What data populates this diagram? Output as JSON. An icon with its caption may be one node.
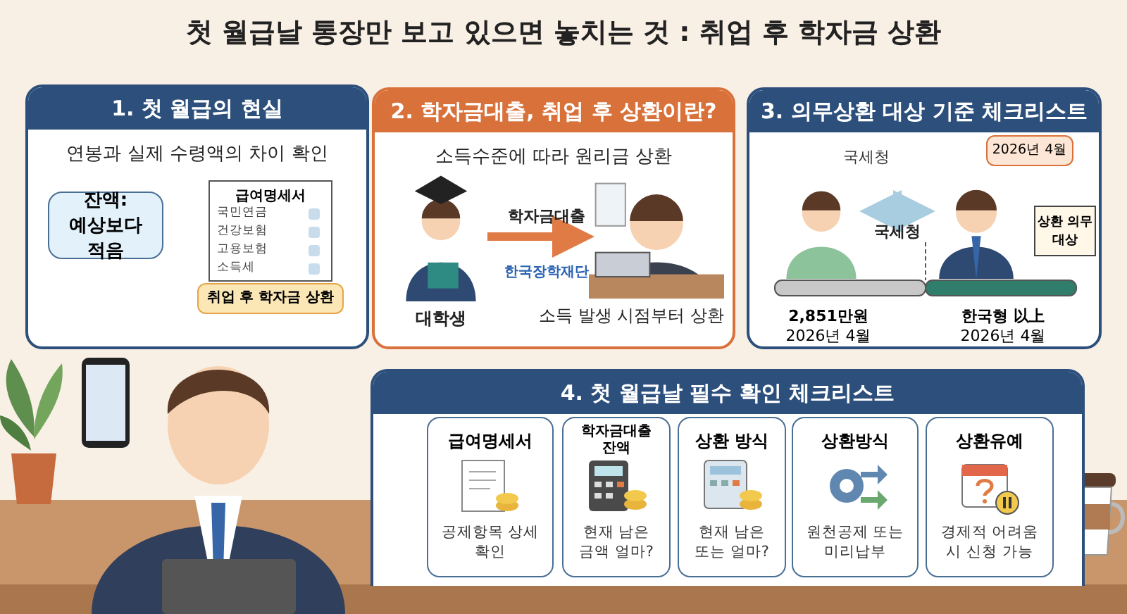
{
  "diagram": {
    "title": "첫 월급날 통장만 보고 있으면 놓치는 것 : 취업 후 학자금 상환",
    "nodes": [
      {
        "text": [
          "1. 첫 월급의 현실",
          "연봉과 실제 수령액의 차이 확인"
        ]
      },
      {
        "text": [
          "잔액: 예상보다 적음"
        ],
        "in": 0
      },
      {
        "text": [
          "급여명세서",
          "국민연금",
          "건강보험",
          "고용보험",
          "소득세"
        ],
        "in": 0
      },
      {
        "text": [
          "취업 후 학자금 상환"
        ],
        "in": 0
      },
      {
        "text": [
          "2. 학자금대출, 취업 후 상환이란?",
          "소득수준에 따라 원리금 상환"
        ]
      },
      {
        "text": [],
        "shape": "picture",
        "in": 4,
        "beside": [
          "대학생"
        ]
      },
      {
        "text": [],
        "shape": "picture",
        "in": 4,
        "beside": [
          "소득 발생 시점부터 상환"
        ]
      },
      {
        "text": [
          "3. 의무상환 대상 기준 체크리스트"
        ]
      },
      {
        "text": [],
        "shape": "person",
        "in": 7
      },
      {
        "text": [],
        "shape": "person",
        "in": 7
      },
      {
        "text": [
          "상환 의무 대상"
        ],
        "in": 7
      },
      {
        "text": [
          "2026년 4월"
        ],
        "in": 7
      },
      {
        "text": [
          "4. 첫 월급날 필수 확인 체크리스트"
        ]
      },
      {
        "text": [
          "급여명세서",
          "공제항목 상세 확인"
        ],
        "in": 12
      },
      {
        "text": [
          "학자금대출 잔액",
          "현재 남은 금액 얼마?"
        ],
        "in": 12
      },
      {
        "text": [
          "상환 방식",
          "현재 남은 또는 얼마?"
        ],
        "in": 12
      },
      {
        "text": [
          "상환방식",
          "원천공제 또는 미리납부"
        ],
        "in": 12
      },
      {
        "text": [
          "상환유예",
          "경제적 어려움 시 신청 가능"
        ],
        "in": 12
      }
    ],
    "edges": [
      {
        "from": 5,
        "to": 6,
        "arrow": "to",
        "label": "학자금대출",
        "color": "#e07b45"
      },
      {
        "from": 8,
        "to": 9,
        "arrow": "both",
        "label": "국세청",
        "color": "#a9cde0"
      }
    ],
    "labels": [
      "한국장학재단",
      "국세청",
      "2,851만원",
      "2026년 4월",
      "한국형 以上",
      "2026년 4월"
    ]
  }
}
